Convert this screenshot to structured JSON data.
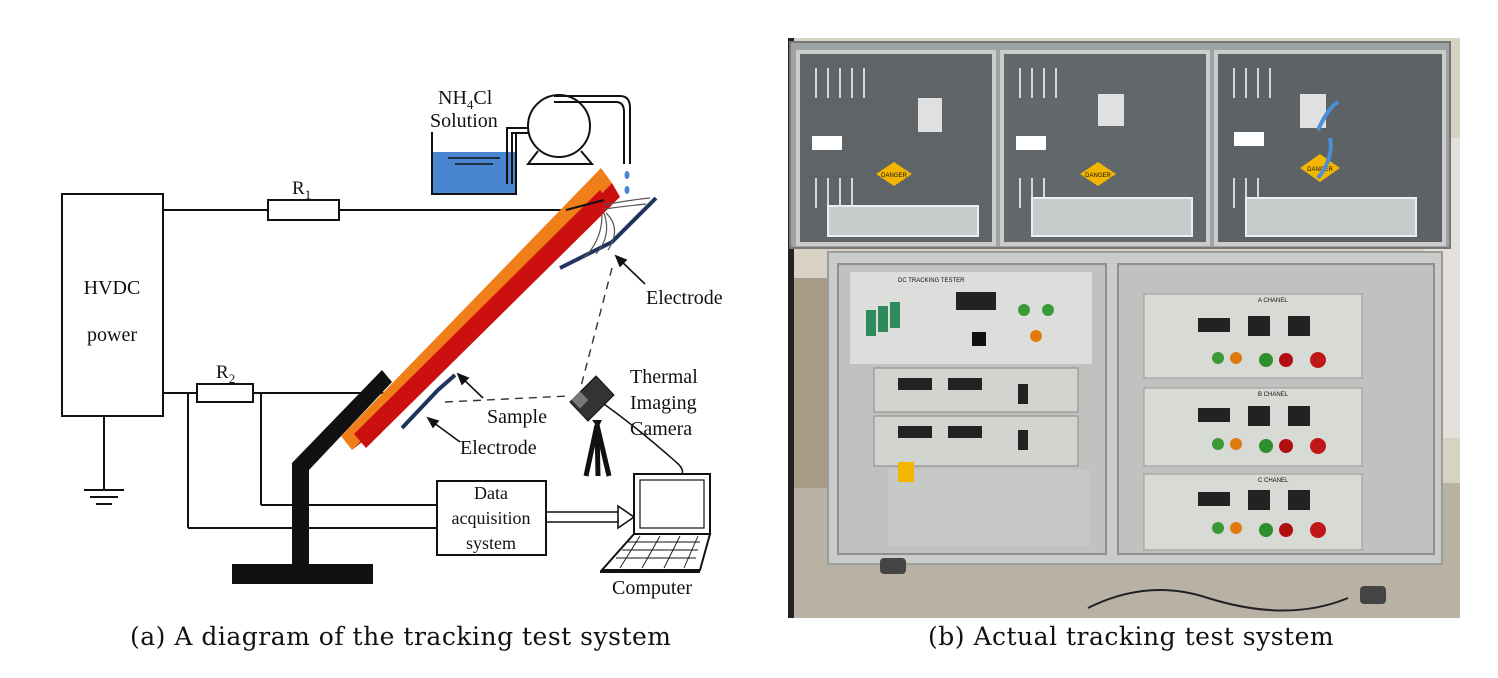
{
  "panel_a": {
    "labels": {
      "hvdc_line1": "HVDC",
      "hvdc_line2": "power",
      "r1": "R",
      "r1_sub": "1",
      "r2": "R",
      "r2_sub": "2",
      "solution_line1": "NH",
      "solution_sub": "4",
      "solution_suffix": "Cl",
      "solution_line2": "Solution",
      "electrode_upper": "Electrode",
      "electrode_lower": "Electrode",
      "sample": "Sample",
      "camera_line1": "Thermal",
      "camera_line2": "Imaging",
      "camera_line3": "Camera",
      "daq_line1": "Data",
      "daq_line2": "acquisition",
      "daq_line3": "system",
      "computer": "Computer"
    },
    "caption": "(a) A diagram of the tracking test system"
  },
  "panel_b": {
    "photo_labels": {
      "tester_title": "DC TRACKING TESTER",
      "channel_a": "A CHANEL",
      "channel_b": "B CHANEL",
      "channel_c": "C CHANEL",
      "danger": "DANGER"
    },
    "caption": "(b) Actual tracking test system"
  },
  "colors": {
    "sample_orange": "#f07f1a",
    "sample_red": "#cc1010",
    "solution_blue": "#4a86d0",
    "electrode_navy": "#1f3560",
    "cabinet_gray": "#c9ccc8",
    "wall_beige": "#d8d2c4",
    "floor": "#b9b2a4"
  }
}
